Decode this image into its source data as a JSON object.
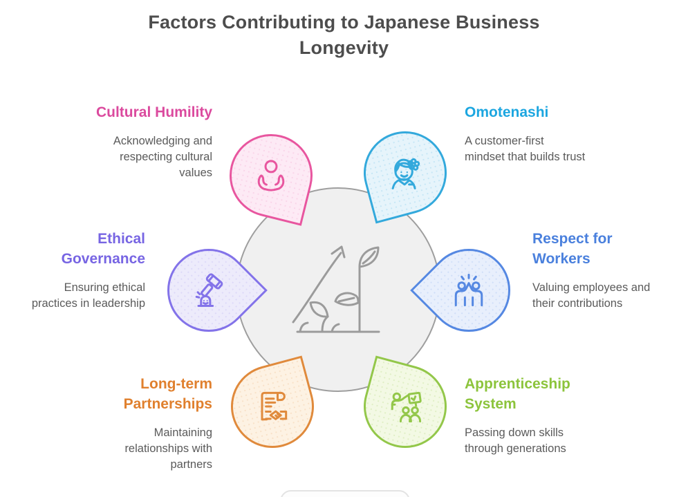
{
  "title": "Factors Contributing to Japanese Business\nLongevity",
  "center": {
    "icon": "growth-sprout-icon"
  },
  "factors": [
    {
      "id": "cultural-humility",
      "title": "Cultural Humility",
      "description": "Acknowledging and\nrespecting cultural\nvalues",
      "icon": "head-in-hands-icon",
      "colors": {
        "accent": "#db4a9e",
        "border": "#e8569f",
        "fill": "#fdeaf5",
        "dot": "rgba(232,86,159,0.14)"
      }
    },
    {
      "id": "omotenashi",
      "title": "Omotenashi",
      "description": "A customer-first\nmindset that builds trust",
      "icon": "hostess-face-icon",
      "colors": {
        "accent": "#1ca6e0",
        "border": "#33a9dc",
        "fill": "#e6f4fb",
        "dot": "rgba(51,169,220,0.18)"
      }
    },
    {
      "id": "ethical-governance",
      "title": "Ethical\nGovernance",
      "description": "Ensuring ethical\npractices in leadership",
      "icon": "gavel-icon",
      "colors": {
        "accent": "#7765e3",
        "border": "#8373e9",
        "fill": "#edebfb",
        "dot": "rgba(131,115,233,0.15)"
      }
    },
    {
      "id": "respect-for-workers",
      "title": "Respect for\nWorkers",
      "description": "Valuing employees and\ntheir contributions",
      "icon": "high-five-icon",
      "colors": {
        "accent": "#4a80dd",
        "border": "#5588e2",
        "fill": "#e8effc",
        "dot": "rgba(85,136,226,0.16)"
      }
    },
    {
      "id": "long-term-partnerships",
      "title": "Long-term\nPartnerships",
      "description": "Maintaining\nrelationships with\npartners",
      "icon": "contract-handshake-icon",
      "colors": {
        "accent": "#e0802e",
        "border": "#e08a3c",
        "fill": "#fdf2e3",
        "dot": "rgba(224,138,60,0.16)"
      }
    },
    {
      "id": "apprenticeship-system",
      "title": "Apprenticeship\nSystem",
      "description": "Passing down skills\nthrough generations",
      "icon": "teaching-icon",
      "colors": {
        "accent": "#8cc43c",
        "border": "#93c74a",
        "fill": "#f3f9e4",
        "dot": "rgba(147,199,74,0.2)"
      }
    }
  ]
}
